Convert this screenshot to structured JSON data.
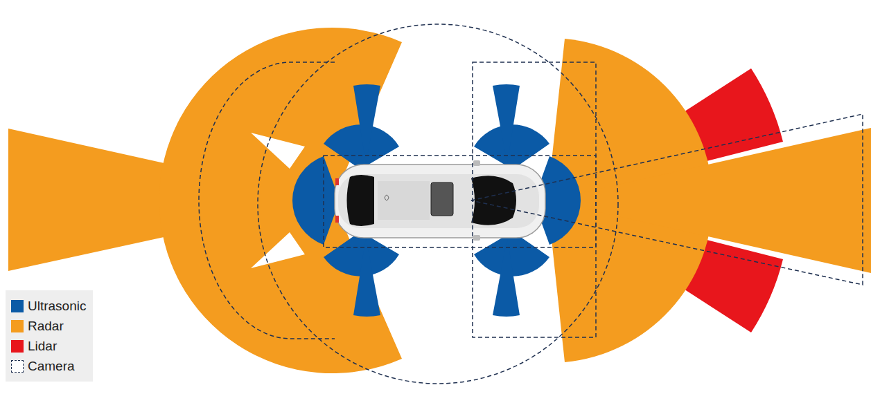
{
  "diagram": {
    "legend": [
      {
        "text": "Ultrasonic",
        "color": "#0b5aa6"
      },
      {
        "text": "Radar",
        "color": "#f49c1f"
      },
      {
        "text": "Lidar",
        "color": "#e8161c"
      },
      {
        "text": "Camera"
      }
    ]
  }
}
